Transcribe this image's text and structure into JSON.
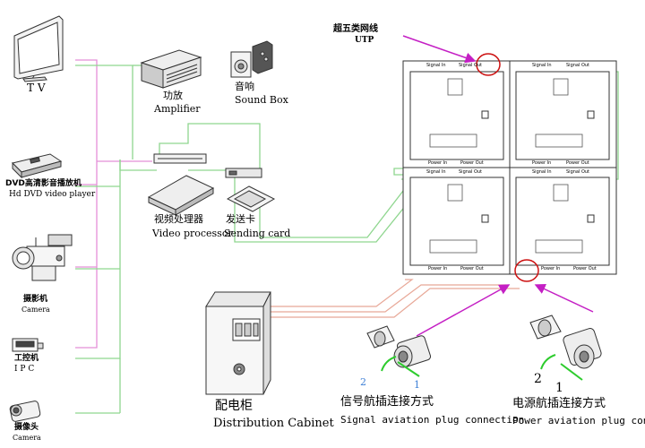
{
  "labels": {
    "tv_cn": "",
    "tv_en": "T V",
    "dvd_cn": "DVD高清影音播放机",
    "dvd_en": "Hd DVD video player",
    "camera_cn": "摄影机",
    "camera_en": "Camera",
    "ipc_cn": "工控机",
    "ipc_en": "I P C",
    "webcam_cn": "摄像头",
    "webcam_en": "Camera",
    "amp_cn": "功放",
    "amp_en": "Amplifier",
    "sound_cn": "音响",
    "sound_en": "Sound Box",
    "vp_cn": "视频处理器",
    "vp_en": "Video processor",
    "sc_cn": "发送卡",
    "sc_en": "Sending card",
    "utp_cn": "超五类网线",
    "utp_en": "UTP",
    "dist_cn": "配电柜",
    "dist_en": "Distribution Cabinet",
    "signal_cn": "信号航插连接方式",
    "signal_en": "Signal aviation plug connection",
    "power_cn": "电源航插连接方式",
    "power_en": "Power aviation plug connec",
    "signal_in": "Signal In",
    "signal_out": "Signal Out",
    "power_in": "Power In",
    "power_out": "Power Out",
    "step1": "1",
    "step2": "2"
  },
  "colors": {
    "signal_line": "#8fd68f",
    "video_line": "#e48fd8",
    "power_line": "#e8a898",
    "callout": "#c41fc4",
    "highlight_circle": "#cc1111",
    "arrow_green": "#2ecc2e",
    "number_blue": "#3d7fd6"
  }
}
